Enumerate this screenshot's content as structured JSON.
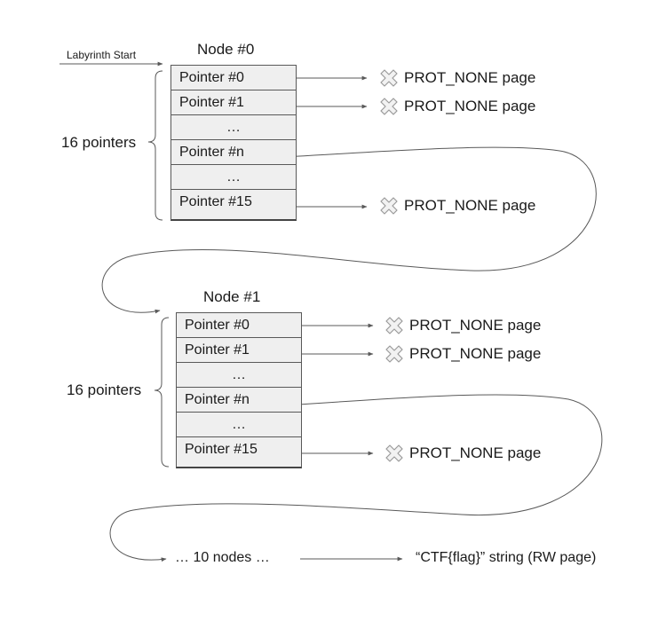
{
  "start_label": "Labyrinth Start",
  "nodes": [
    {
      "title": "Node #0",
      "count_label": "16 pointers",
      "cells": [
        "Pointer #0",
        "Pointer #1",
        "…",
        "Pointer #n",
        "…",
        "Pointer #15"
      ],
      "targets": [
        "PROT_NONE page",
        "PROT_NONE page",
        "PROT_NONE page"
      ]
    },
    {
      "title": "Node #1",
      "count_label": "16 pointers",
      "cells": [
        "Pointer #0",
        "Pointer #1",
        "…",
        "Pointer #n",
        "…",
        "Pointer #15"
      ],
      "targets": [
        "PROT_NONE page",
        "PROT_NONE page",
        "PROT_NONE page"
      ]
    }
  ],
  "bottom": {
    "nodes_label": "… 10 nodes …",
    "result_label": "“CTF{flag}” string (RW page)"
  },
  "icons": {
    "target_icon": "cross-icon",
    "colors": {
      "cell_fill": "#efefef",
      "line": "#595959",
      "icon_fill": "#f2f2f2",
      "icon_stroke": "#9a9a9a"
    }
  }
}
